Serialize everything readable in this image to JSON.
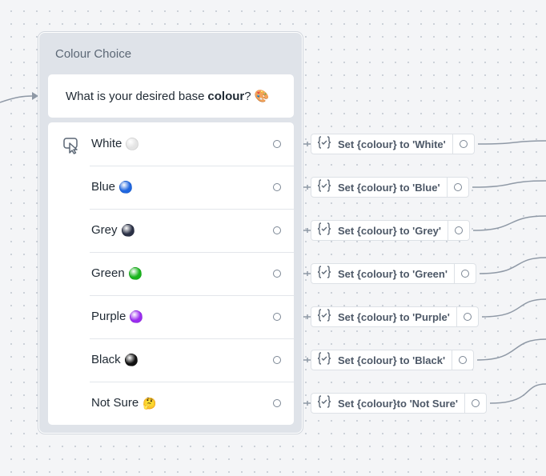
{
  "node": {
    "title": "Colour Choice",
    "prompt": {
      "text_before": "What is your desired base",
      "text_bold": "colour",
      "text_after": "?",
      "emoji": "🎨"
    },
    "choices": [
      {
        "label": "White",
        "marker": "dot",
        "color": "#e4e4e4"
      },
      {
        "label": "Blue",
        "marker": "dot",
        "color": "#1f66e0"
      },
      {
        "label": "Grey",
        "marker": "dot",
        "color": "#2a3045"
      },
      {
        "label": "Green",
        "marker": "dot",
        "color": "#18b41c"
      },
      {
        "label": "Purple",
        "marker": "dot",
        "color": "#9a2cf0"
      },
      {
        "label": "Black",
        "marker": "dot",
        "color": "#111111"
      },
      {
        "label": "Not Sure",
        "marker": "emoji",
        "emoji": "🤔"
      }
    ],
    "choice_icon": "pointer-cursor-icon"
  },
  "actions": [
    {
      "text": "Set {colour} to 'White'"
    },
    {
      "text": "Set {colour} to 'Blue'"
    },
    {
      "text": "Set {colour} to 'Grey'"
    },
    {
      "text": "Set {colour} to 'Green'"
    },
    {
      "text": "Set {colour} to 'Purple'"
    },
    {
      "text": "Set {colour} to 'Black'"
    },
    {
      "text": "Set {colour}to 'Not Sure'"
    }
  ],
  "action_icon": "variable-braces-icon",
  "colors": {
    "wire": "#8f99a6",
    "node_bg": "#dfe3e9",
    "text": "#1f2933",
    "muted": "#5b6775"
  }
}
